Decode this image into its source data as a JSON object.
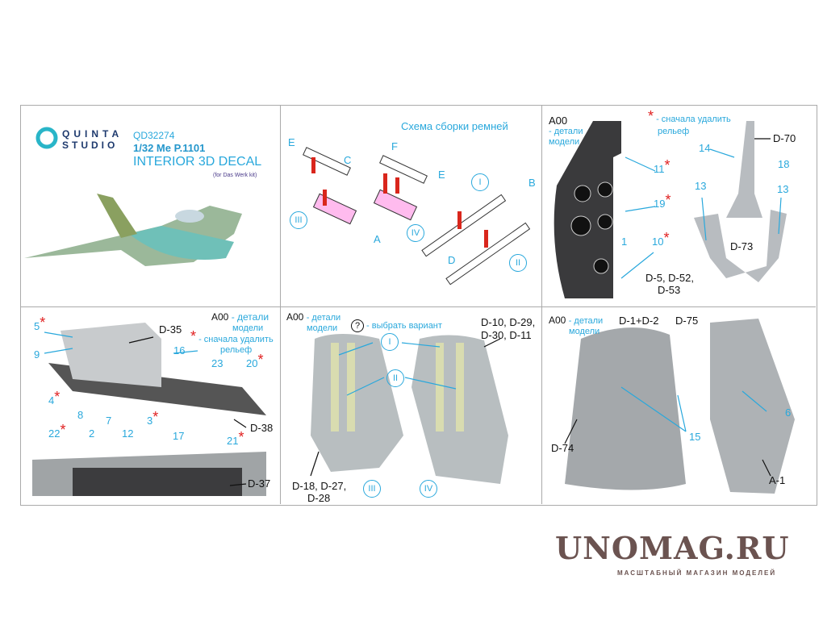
{
  "header": {
    "brand_line1": "QUINTA",
    "brand_line2": "STUDIO",
    "code": "QD32274",
    "model": "1/32 Me P.1101",
    "product": "INTERIOR 3D DECAL",
    "kit_note": "(for Das Werk kit)"
  },
  "belt_panel": {
    "title": "Схема сборки ремней",
    "labels": [
      "E",
      "C",
      "F",
      "E",
      "B",
      "A",
      "D"
    ],
    "circles": [
      "I",
      "III",
      "IV",
      "II"
    ]
  },
  "dash_panel": {
    "a00": "A00",
    "parts_note": "- детали модели",
    "star_note_1": "- сначала удалить",
    "star_note_2": "рельеф",
    "callouts": [
      "11",
      "19",
      "10",
      "1",
      "D-5, D-52,",
      "D-53",
      "D-70",
      "14",
      "18",
      "13",
      "13",
      "D-73"
    ]
  },
  "console_panel": {
    "a00": "A00",
    "parts_note": "- детали",
    "parts_note2": "модели",
    "star_note_1": "- сначала удалить",
    "star_note_2": "рельеф",
    "callouts": [
      "5",
      "9",
      "4",
      "8",
      "7",
      "3",
      "D-35",
      "16",
      "23",
      "20",
      "D-38",
      "22",
      "2",
      "12",
      "17",
      "21",
      "D-37"
    ]
  },
  "seat_panel": {
    "a00": "A00",
    "parts_note": "- детали",
    "parts_note2": "модели",
    "choose": "- выбрать вариант",
    "choose_icon": "?",
    "callouts": [
      "D-10, D-29,",
      "D-30, D-11",
      "D-18, D-27,",
      "D-28"
    ],
    "circles": [
      "I",
      "II",
      "III",
      "IV"
    ]
  },
  "fuselage_panel": {
    "a00": "A00",
    "parts_note": "- детали",
    "parts_note2": "модели",
    "callouts": [
      "D-1+D-2",
      "D-75",
      "6",
      "15",
      "D-74",
      "A-1"
    ]
  },
  "watermark": {
    "name": "UNOMAG.RU",
    "tagline": "МАСШТАБНЫЙ МАГАЗИН МОДЕЛЕЙ"
  },
  "colors": {
    "accent": "#29a8dc",
    "star": "#e02020",
    "brand": "#1e3a6e",
    "watermark": "#6b5350"
  }
}
